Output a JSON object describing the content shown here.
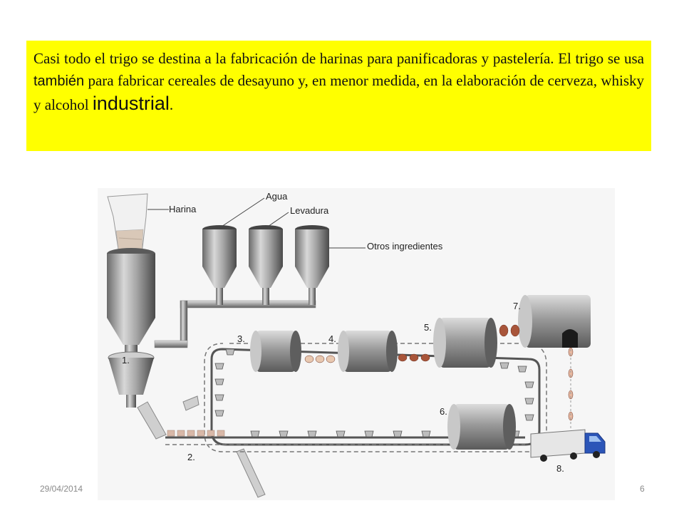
{
  "text": {
    "part1": "Casi todo el trigo se destina a la fabricación de harinas para panificadoras y pastelería. El trigo se usa ",
    "part2": "también",
    "part3": " para fabricar cereales de desayuno y, en menor medida, en la elaboración de cerveza, whisky y alcohol ",
    "part4": "industrial",
    "part5": "."
  },
  "diagram": {
    "labels": {
      "harina": "Harina",
      "agua": "Agua",
      "levadura": "Levadura",
      "otros": "Otros ingredientes"
    },
    "steps": [
      "1.",
      "2.",
      "3.",
      "4.",
      "5.",
      "6.",
      "7.",
      "8."
    ]
  },
  "footer": {
    "date": "29/04/2014",
    "page": "6"
  },
  "colors": {
    "highlight": "#ffff00",
    "truck_cab": "#2b55b8"
  }
}
